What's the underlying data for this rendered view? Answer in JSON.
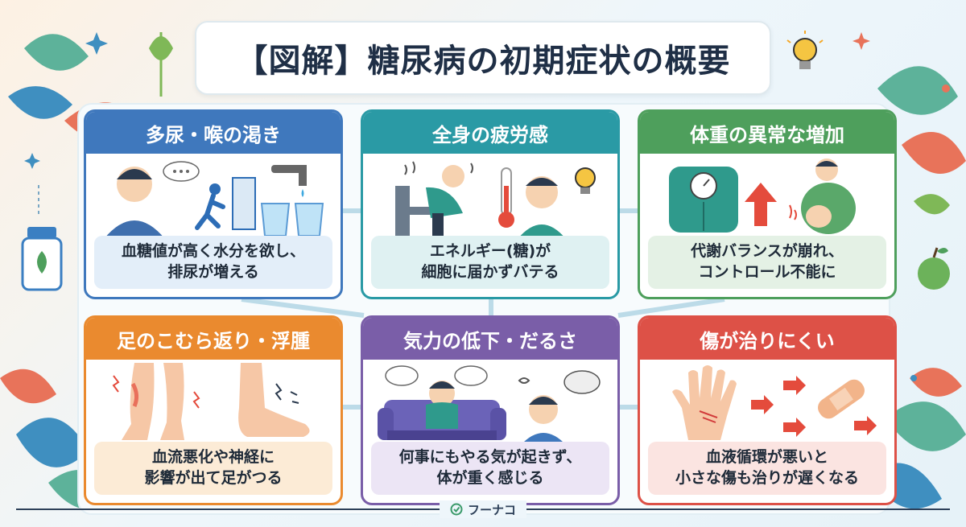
{
  "title": "【図解】糖尿病の初期症状の概要",
  "footer": {
    "logo_text": "フーナコ"
  },
  "colors": {
    "blue": "#3f78bd",
    "teal": "#2a9aa5",
    "green": "#4e9f5c",
    "orange": "#ea8a2f",
    "purple": "#7a5ea8",
    "red": "#dd5147"
  },
  "cards": [
    {
      "title": "多尿・喉の渇き",
      "caption_line1": "血糖値が高く水分を欲し、",
      "caption_line2": "排尿が増える"
    },
    {
      "title": "全身の疲労感",
      "caption_line1": "エネルギー(糖)が",
      "caption_line2": "細胞に届かずバテる"
    },
    {
      "title": "体重の異常な増加",
      "caption_line1": "代謝バランスが崩れ、",
      "caption_line2": "コントロール不能に"
    },
    {
      "title": "足のこむら返り・浮腫",
      "caption_line1": "血流悪化や神経に",
      "caption_line2": "影響が出て足がつる"
    },
    {
      "title": "気力の低下・だるさ",
      "caption_line1": "何事にもやる気が起きず、",
      "caption_line2": "体が重く感じる"
    },
    {
      "title": "傷が治りにくい",
      "caption_line1": "血液循環が悪いと",
      "caption_line2": "小さな傷も治りが遅くなる"
    }
  ]
}
